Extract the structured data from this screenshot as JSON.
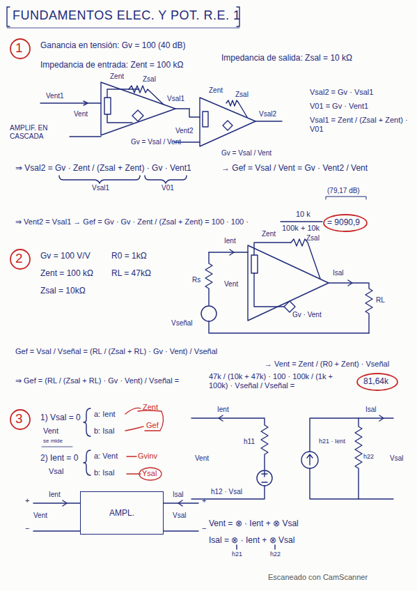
{
  "diagram": {
    "title": "FUNDAMENTOS ELEC. Y POT. R.E. 1",
    "nodes": [
      {
        "text": [
          "AMPL."
        ]
      }
    ],
    "labels": [
      "1",
      "Ganancia en tensión: Gv = 100 (40 dB)",
      "Impedancia de entrada: Zent = 100 kΩ",
      "Impedancia de salida: Zsal = 10 kΩ",
      "Vent1",
      "Zent",
      "Zsal",
      "Vent",
      "Vsal1",
      "AMPLIF. EN CASCADA",
      "Gv = Vsal / Vent",
      "Zent",
      "Zsal",
      "Vent2",
      "Vsal2",
      "Gv = Vsal / Vent",
      "Vsal2 = Gv · Vsal1",
      "V01 = Gv · Vent1",
      "Vsal1 = Zent / (Zsal + Zent) · V01",
      "⇒ Vsal2 = Gv · Zent / (Zsal + Zent) · Gv · Vent1",
      "Vsal1",
      "V01",
      "→ Gef = Vsal / Vent = Gv · Vent2 / Vent",
      "⇒ Vent2 = Vsal1 → Gef = Gv · Gv · Zent / (Zsal + Zent) = 100 · 100 ·",
      "10 k",
      "100k + 10k",
      "(79,17 dB)",
      "= 9090,9",
      "2",
      "Gv = 100 V/V",
      "R0 = 1kΩ",
      "Zent = 100 kΩ",
      "RL = 47kΩ",
      "Zsal = 10kΩ",
      "Ient",
      "Zent",
      "Zsal",
      "Isal",
      "Rs",
      "Vent",
      "Vseñal",
      "Gv · Vent",
      "RL",
      "Gef = Vsal / Vseñal = (RL / (Zsal + RL) · Gv · Vent) / Vseñal",
      "→ Vent = Zent / (R0 + Zent) · Vseñal",
      "⇒ Gef = (RL / (Zsal + RL) · Gv · Vent) / Vseñal =",
      "47k / (10k + 47k) · 100 · 100k / (1k + 100k) · Vseñal / Vseñal =",
      "81,64k",
      "3",
      "1) Vsal = 0",
      "Vent",
      "se mide",
      "a: Ient",
      "b: Isal",
      "Zent",
      "Gef",
      "2) Ient = 0",
      "Vsal",
      "a: Vent",
      "b: Isal",
      "Gvinv",
      "Ysal",
      "Ient",
      "h11",
      "h12 · Vsal",
      "Vent",
      "Isal",
      "h21 · Ient",
      "h22",
      "Vsal",
      "Ient",
      "Isal",
      "Vent",
      "Vsal",
      "Vent = ⊗ · Ient + ⊗ Vsal",
      "Isal = ⊗ · Ient + ⊗ Vsal",
      "h21",
      "h22",
      "Escaneado con CamScanner",
      "+",
      "−",
      "+",
      "−"
    ]
  }
}
